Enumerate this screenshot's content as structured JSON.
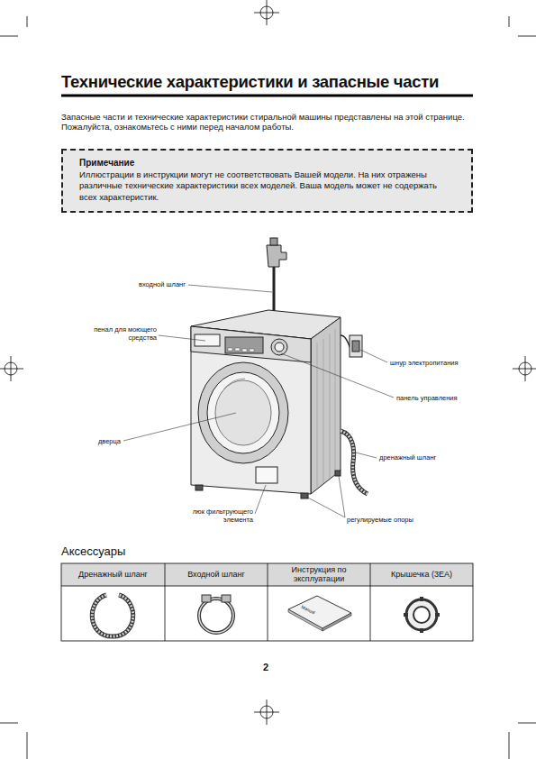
{
  "diagram": {
    "title": "Технические характеристики и запасные части",
    "nodes": [
      {
        "text": [
          "Примечание",
          "Иллюстрации в инструкции могут не соответствовать Вашей модели. На них отражены различные технические характеристики всех моделей. Ваша модель может не содержать всех характеристик."
        ]
      }
    ],
    "labels": [
      "Запасные части и технические характеристики стиральной машины представлены на этой странице. Пожалуйста, ознакомьтесь с ними перед началом работы.",
      "входной шланг",
      "пенал для моющего средства",
      "шнур электропитания",
      "панель управления",
      "дверца",
      "дренажный шланг",
      "люк фильтрующего элемента",
      "регулируемые опоры",
      "Аксессуары",
      "Дренажный шланг",
      "Входной шланг",
      "Инструкция по эксплуатации",
      "Крышечка (3EA)",
      "Manual",
      "2"
    ]
  }
}
